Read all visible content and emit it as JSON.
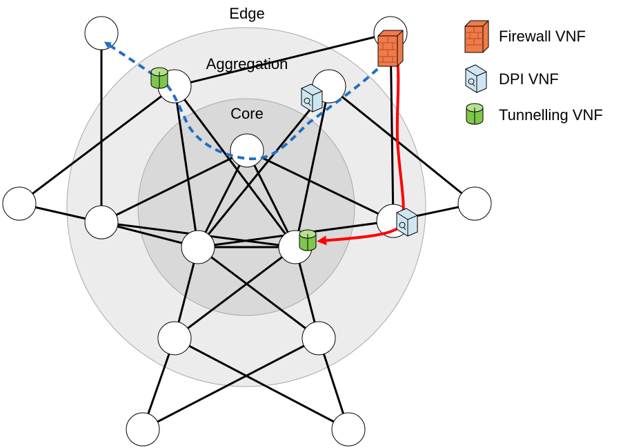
{
  "zones": {
    "edge": "Edge",
    "aggregation": "Aggregation",
    "core": "Core"
  },
  "legend": {
    "firewall": "Firewall VNF",
    "dpi": "DPI VNF",
    "tunnelling": "Tunnelling VNF"
  },
  "icons": {
    "firewall": "firewall-icon",
    "dpi": "dpi-icon",
    "tunnelling": "tunnelling-icon"
  },
  "colors": {
    "zone_edge": "#ececec",
    "zone_aggregation": "#d9d9d9",
    "zone_core": "#c4c4c4",
    "links": "#000000",
    "node_fill": "#ffffff",
    "path_blue": "#1f6fc5",
    "path_red": "#ff0000",
    "firewall": "#f07b4a",
    "dpi": "#cfe6f2",
    "tunnelling": "#7fc64a"
  }
}
